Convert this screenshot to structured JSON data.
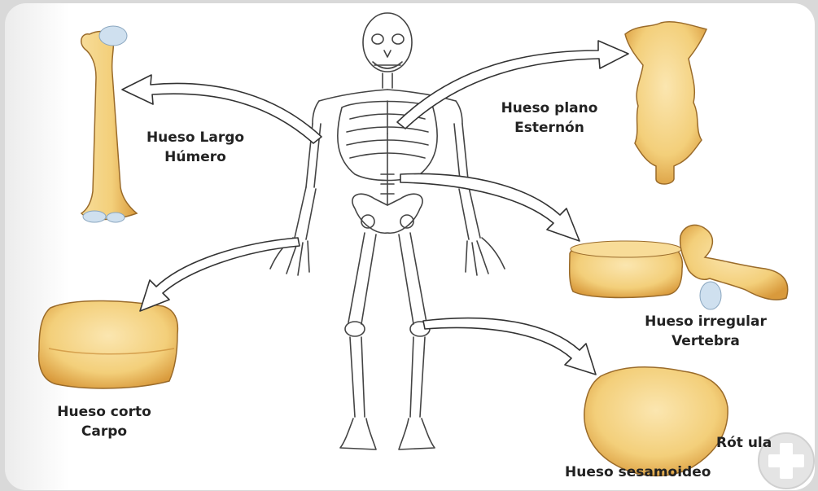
{
  "labels": {
    "long": {
      "line1": "Hueso Largo",
      "line2": "Húmero"
    },
    "flat": {
      "line1": "Hueso plano",
      "line2": "Esternón"
    },
    "irregular": {
      "line1": "Hueso irregular",
      "line2": "Vertebra"
    },
    "short": {
      "line1": "Hueso corto",
      "line2": "Carpo"
    },
    "sesamoid": {
      "line1": "Rót ula",
      "line2": "Hueso sesamoideo"
    }
  },
  "colors": {
    "bone_fill": "#f3cf7a",
    "bone_light": "#fbe6b0",
    "bone_shadow": "#d99a3c",
    "cartilage": "#cfe0ef",
    "line": "#444444",
    "arrow_fill": "#ffffff",
    "card": "#ffffff",
    "background": "#d9d9d9"
  },
  "icons": {
    "corner": "plus-badge-icon"
  }
}
